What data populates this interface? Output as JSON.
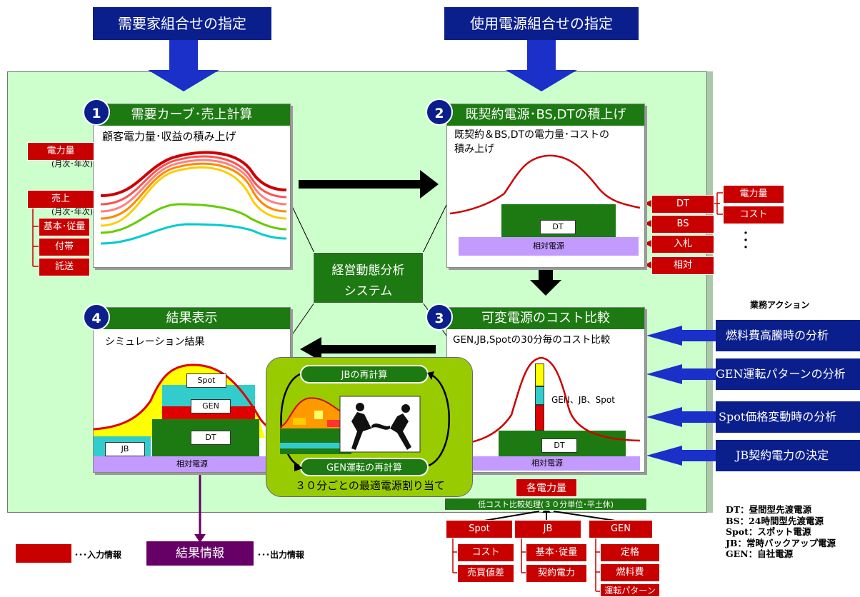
{
  "top": {
    "left_title": "需要家組合せの指定",
    "right_title": "使用電源組合せの指定"
  },
  "panel1": {
    "num": "1",
    "title": "需要カーブ･売上計算",
    "subtitle": "顧客電力量･収益の積み上げ"
  },
  "panel2": {
    "num": "2",
    "title": "既契約電源･BS,DTの積上げ",
    "subtitle_l1": "既契約＆BS,DTの電力量･コストの",
    "subtitle_l2": "積み上げ",
    "dt": "DT",
    "base": "相対電源"
  },
  "panel3": {
    "num": "3",
    "title": "可変電源のコスト比較",
    "subtitle": "GEN,JB,Spotの30分毎のコスト比較",
    "stack_label": "GEN、JB、Spot",
    "dt": "DT",
    "base": "相対電源"
  },
  "panel4": {
    "num": "4",
    "title": "結果表示",
    "subtitle": "シミュレーション結果",
    "spot": "Spot",
    "gen": "GEN",
    "dt": "DT",
    "jb": "JB",
    "base": "相対電源"
  },
  "left_inputs": {
    "power": "電力量",
    "power_note": "(月次･年次)",
    "sales": "売上",
    "sales_note": "(月次･年次)",
    "items": [
      "基本･従量",
      "付帯",
      "託送"
    ]
  },
  "right_inputs": {
    "items": [
      "DT",
      "BS",
      "入札",
      "相対"
    ],
    "dt_sub": [
      "電力量",
      "コスト"
    ],
    "dots": "･\n･\n･"
  },
  "center": {
    "system_l1": "経営動態分析",
    "system_l2": "システム"
  },
  "optimizer": {
    "jb_recalc": "JBの再計算",
    "gen_recalc": "GEN運転の再計算",
    "caption": "３０分ごとの最適電源割り当て"
  },
  "bottom": {
    "each_power": "各電力量",
    "low_cost": "低コスト比較処理(３０分単位･平土休)",
    "spot": {
      "title": "Spot",
      "items": [
        "コスト",
        "売買値差"
      ]
    },
    "jb": {
      "title": "JB",
      "items": [
        "基本･従量",
        "契約電力"
      ]
    },
    "gen": {
      "title": "GEN",
      "items": [
        "定格",
        "燃料費",
        "運転パターン"
      ]
    }
  },
  "actions": {
    "heading": "業務アクション",
    "items": [
      "燃料費高騰時の分析",
      "GEN運転パターンの分析",
      "Spot価格変動時の分析",
      "JB契約電力の決定"
    ]
  },
  "legend": {
    "input_text": "･･･入力情報",
    "output_box": "結果情報",
    "output_text": "･･･出力情報"
  },
  "glossary": [
    "DT：昼間型先渡電源",
    "BS：24時間型先渡電源",
    "Spot：スポット電源",
    "JB：常時バックアップ電源",
    "GEN：自社電源"
  ],
  "colors": {
    "navy": "#0b1f8c",
    "green": "#1d7a12",
    "red": "#c80000",
    "light_green_bg": "#ccffcc",
    "purple": "#660066",
    "lavender": "#c39bff"
  }
}
